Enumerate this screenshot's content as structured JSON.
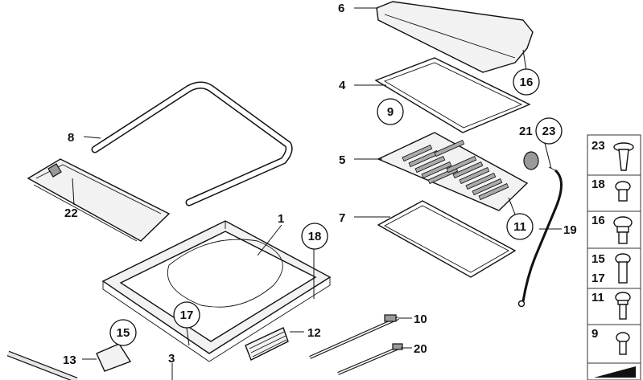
{
  "diagram": {
    "callouts": {
      "c1": "1",
      "c3": "3",
      "c4": "4",
      "c5": "5",
      "c6": "6",
      "c7": "7",
      "c8": "8",
      "c9": "9",
      "c10": "10",
      "c11": "11",
      "c12": "12",
      "c13": "13",
      "c15": "15",
      "c16": "16",
      "c17": "17",
      "c18": "18",
      "c19": "19",
      "c20": "20",
      "c21": "21",
      "c22": "22",
      "c23": "23"
    },
    "legend": {
      "items": [
        {
          "labels": [
            "23"
          ],
          "icon": "push-rivet-icon"
        },
        {
          "labels": [
            "18"
          ],
          "icon": "screw-small-icon"
        },
        {
          "labels": [
            "16"
          ],
          "icon": "screw-flange-icon"
        },
        {
          "labels": [
            "15",
            "17"
          ],
          "icon": "screw-long-icon"
        },
        {
          "labels": [
            "11"
          ],
          "icon": "screw-collar-icon"
        },
        {
          "labels": [
            "9"
          ],
          "icon": "screw-pan-icon"
        },
        {
          "labels": [],
          "icon": "wedge-icon"
        }
      ]
    }
  }
}
